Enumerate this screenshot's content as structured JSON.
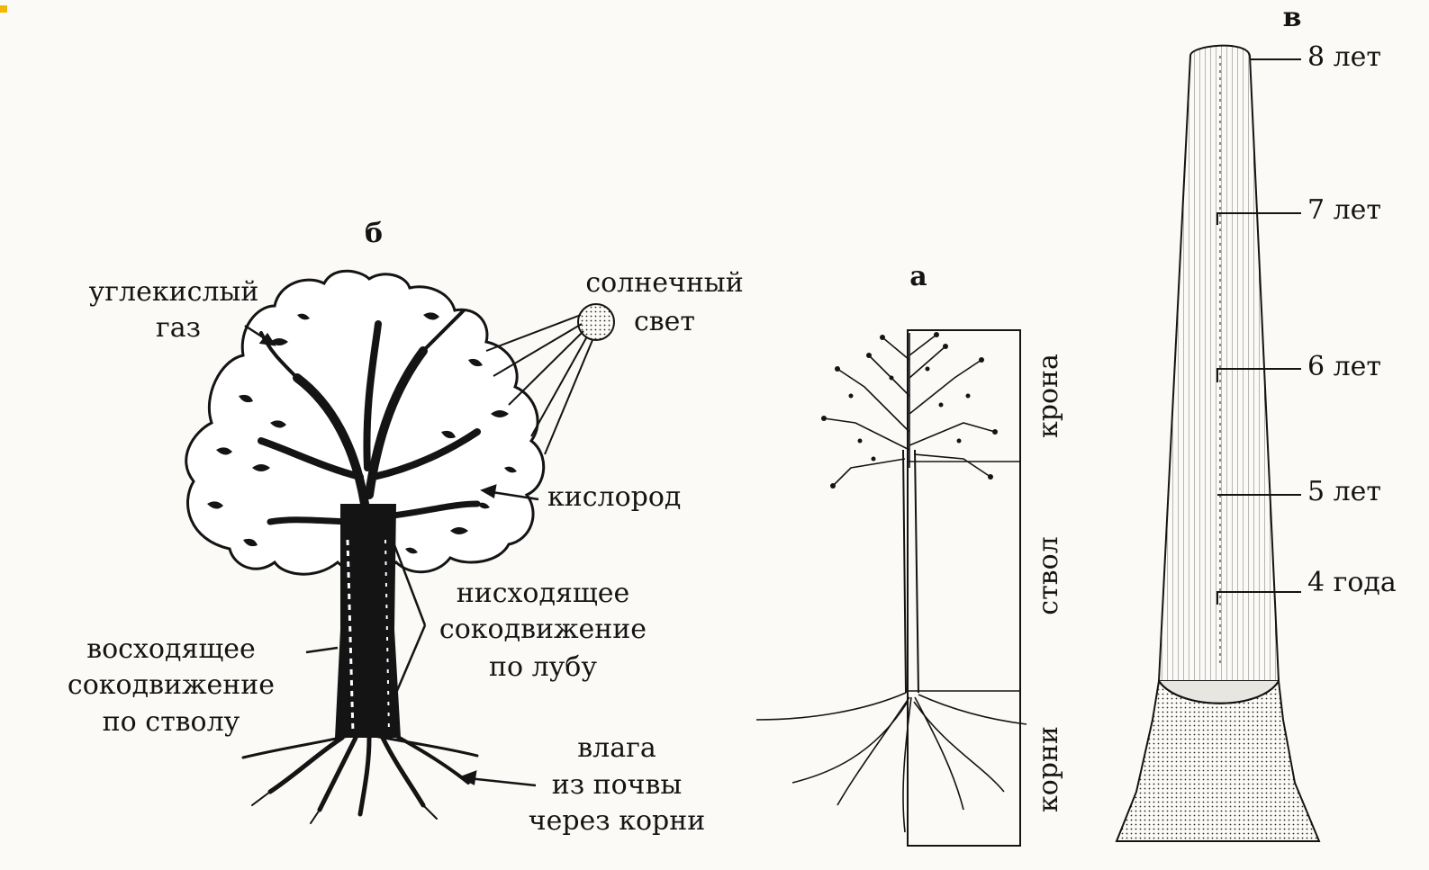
{
  "figure_b": {
    "letter": "б",
    "co2": [
      "углекислый",
      "газ"
    ],
    "sun": [
      "солнечный",
      "свет"
    ],
    "oxygen": "кислород",
    "down_flow": [
      "нисходящее",
      "сокодвижение",
      "по лубу"
    ],
    "up_flow": [
      "восходящее",
      "сокодвижение",
      "по стволу"
    ],
    "moisture": [
      "влага",
      "из почвы",
      "через корни"
    ]
  },
  "figure_a": {
    "letter": "а",
    "crown": "крона",
    "trunk": "ствол",
    "roots": "корни"
  },
  "figure_v": {
    "letter": "в",
    "ages": [
      "8 лет",
      "7 лет",
      "6 лет",
      "5 лет",
      "4 года"
    ]
  },
  "colors": {
    "ink": "#141414",
    "paper": "#fbfaf7",
    "corner_mark": "#f2b705"
  }
}
